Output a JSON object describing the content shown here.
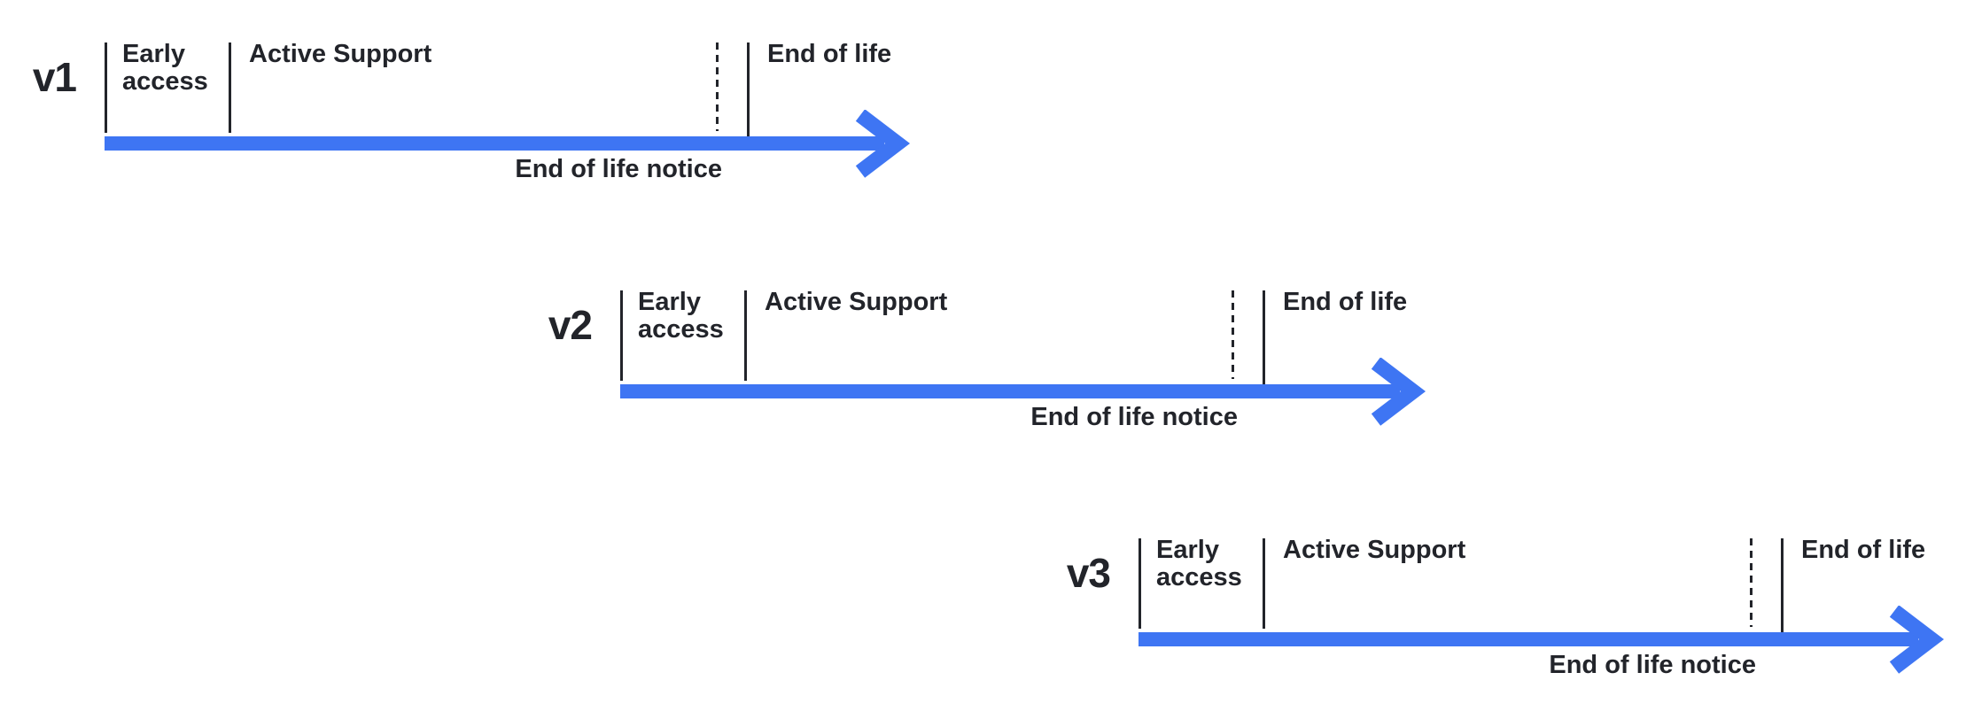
{
  "diagram": {
    "type": "version-support-lifecycle-timelines",
    "colors": {
      "arrow_blue": "#3E75F3",
      "line_dark": "#22242A",
      "text_dark": "#22242A",
      "background": "#FFFFFF"
    },
    "timelines": [
      {
        "version": "v1",
        "phases": {
          "early_access": [
            "Early",
            "access"
          ],
          "active_support": "Active Support",
          "end_of_life": "End of life"
        },
        "arrow_annotation": "End of life notice"
      },
      {
        "version": "v2",
        "phases": {
          "early_access": [
            "Early",
            "access"
          ],
          "active_support": "Active Support",
          "end_of_life": "End of life"
        },
        "arrow_annotation": "End of life notice"
      },
      {
        "version": "v3",
        "phases": {
          "early_access": [
            "Early",
            "access"
          ],
          "active_support": "Active Support",
          "end_of_life": "End of life"
        },
        "arrow_annotation": "End of life notice"
      }
    ]
  }
}
